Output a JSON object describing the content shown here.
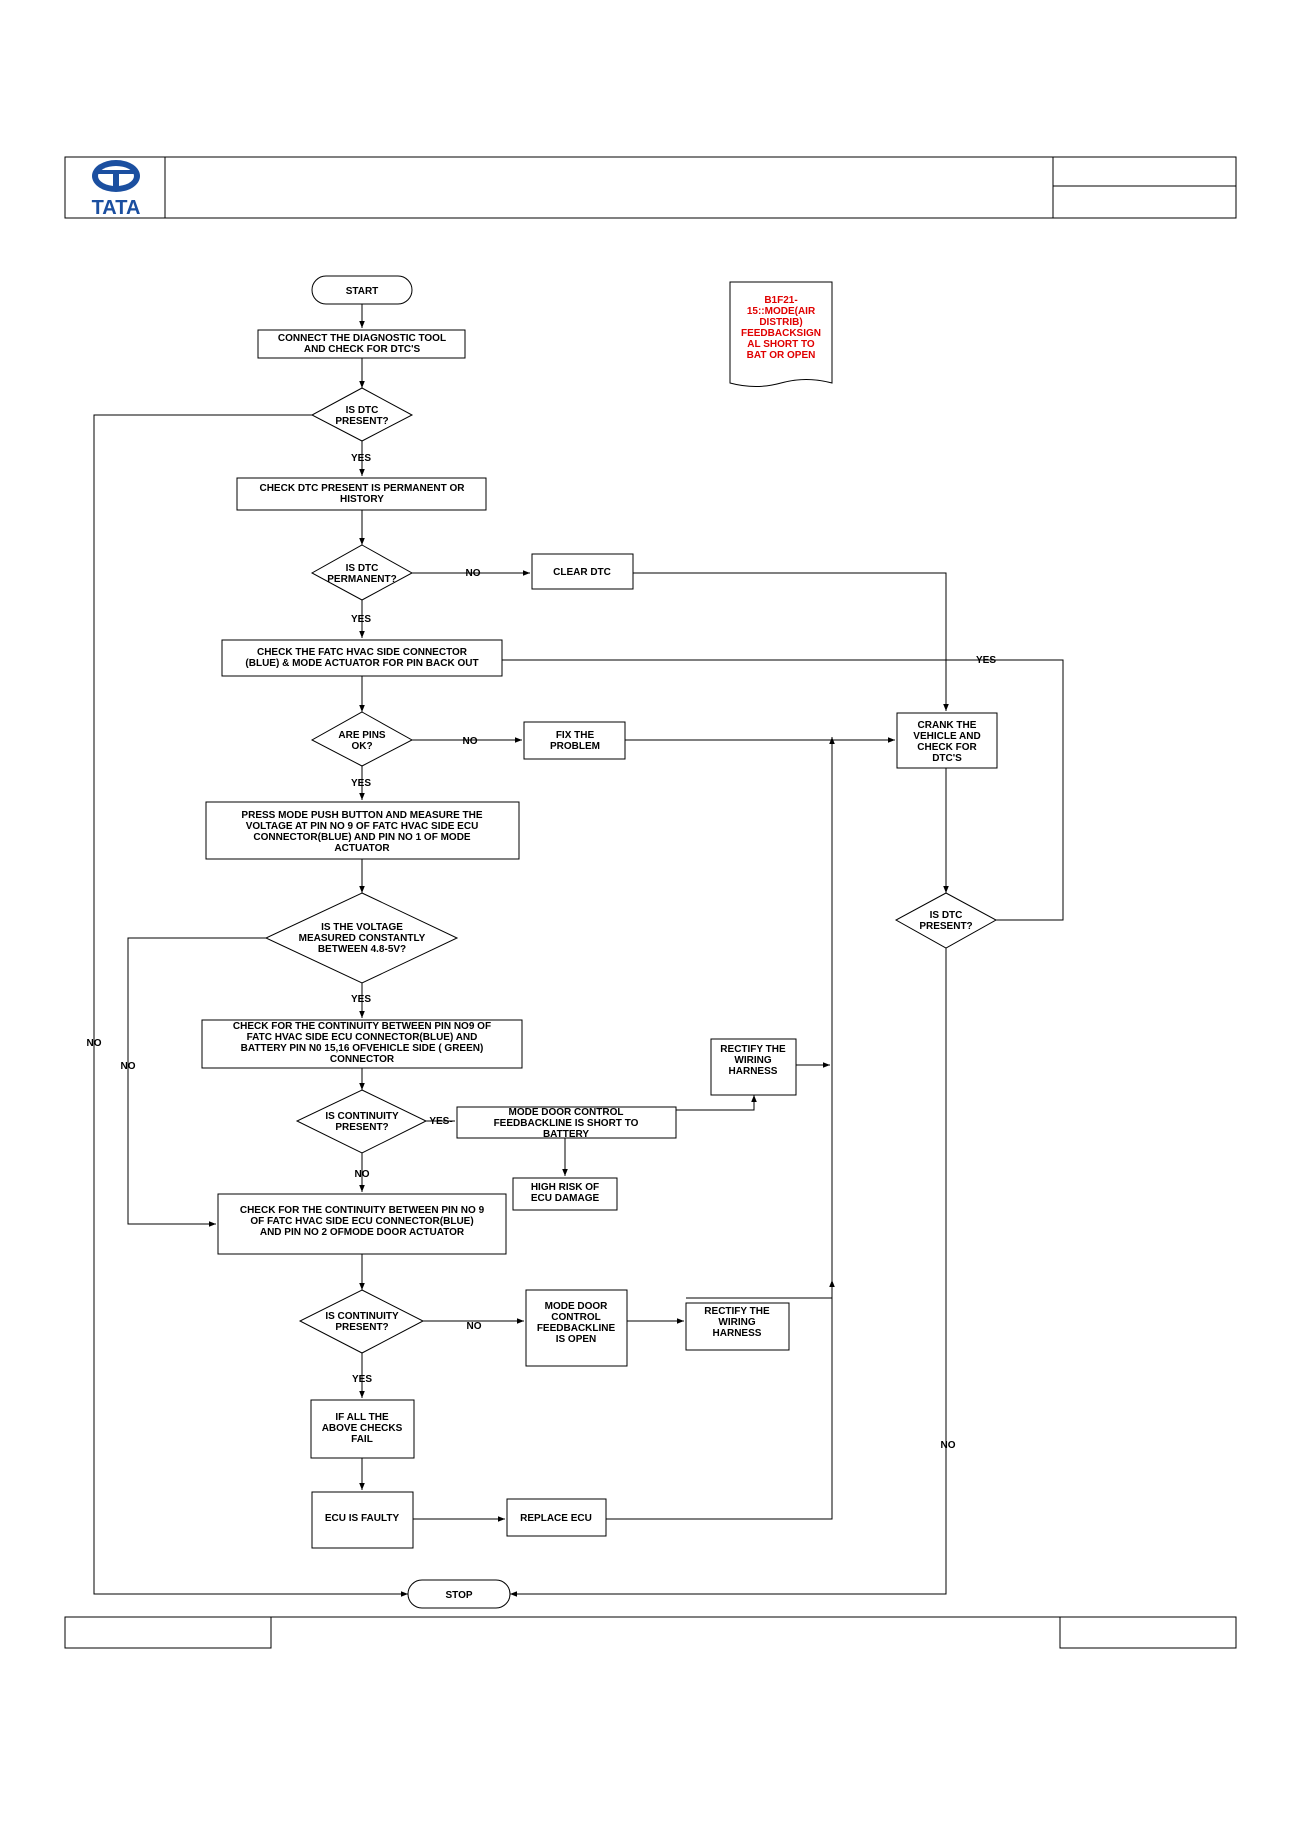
{
  "header": {
    "logo_text": "TATA"
  },
  "nodes": {
    "start": "START",
    "connect_tool": [
      "CONNECT THE DIAGNOSTIC TOOL",
      "AND CHECK FOR  DTC'S"
    ],
    "is_dtc_present": [
      "IS  DTC",
      "PRESENT?"
    ],
    "check_permanent": [
      "CHECK DTC  PRESENT IS PERMANENT OR",
      "HISTORY"
    ],
    "is_dtc_permanent": [
      "IS  DTC",
      "PERMANENT?"
    ],
    "clear_dtc": "CLEAR DTC",
    "check_connector": [
      "CHECK THE FATC HVAC SIDE CONNECTOR",
      "(BLUE) & MODE ACTUATOR FOR PIN BACK OUT"
    ],
    "are_pins_ok": [
      "ARE PINS",
      "OK?"
    ],
    "fix_problem": [
      "FIX THE",
      "PROBLEM"
    ],
    "crank_vehicle": [
      "CRANK THE",
      "VEHICLE AND",
      "CHECK FOR",
      "DTC'S"
    ],
    "is_dtc_present_2": [
      "IS  DTC",
      "PRESENT?"
    ],
    "press_mode": [
      "PRESS MODE PUSH BUTTON AND MEASURE THE",
      "VOLTAGE AT PIN NO 9 OF FATC HVAC SIDE ECU",
      "CONNECTOR(BLUE) AND PIN NO 1 OF MODE",
      "ACTUATOR"
    ],
    "is_voltage": [
      "IS  THE VOLTAGE",
      "MEASURED CONSTANTLY",
      "BETWEEN 4.8-5V?"
    ],
    "check_continuity_battery": [
      "CHECK FOR THE CONTINUITY BETWEEN PIN NO9 OF",
      "FATC HVAC SIDE ECU CONNECTOR(BLUE) AND",
      "BATTERY PIN N0 15,16 OFVEHICLE SIDE ( GREEN)",
      "CONNECTOR"
    ],
    "rectify_harness_1": [
      "RECTIFY THE",
      "WIRING",
      "HARNESS"
    ],
    "is_continuity_1": [
      "IS CONTINUITY",
      "PRESENT?"
    ],
    "short_to_battery": [
      "MODE DOOR CONTROL",
      "FEEDBACKLINE IS SHORT TO",
      "BATTERY"
    ],
    "high_risk": [
      "HIGH RISK OF",
      "ECU DAMAGE"
    ],
    "check_continuity_actuator": [
      "CHECK FOR THE CONTINUITY BETWEEN PIN NO 9",
      "OF  FATC HVAC SIDE ECU CONNECTOR(BLUE)",
      "AND PIN NO 2 OFMODE DOOR ACTUATOR"
    ],
    "is_continuity_2": [
      "IS CONTINUITY",
      "PRESENT?"
    ],
    "feedback_open": [
      "MODE DOOR",
      "CONTROL",
      "FEEDBACKLINE",
      "IS OPEN"
    ],
    "rectify_harness_2": [
      "RECTIFY THE",
      "WIRING",
      "HARNESS"
    ],
    "all_checks_fail": [
      "IF ALL THE",
      "ABOVE CHECKS",
      "FAIL"
    ],
    "ecu_faulty": "ECU IS FAULTY",
    "replace_ecu": "REPLACE ECU",
    "stop": "STOP",
    "dtc_code": [
      "B1F21-",
      "15::MODE(AIR",
      "DISTRIB)",
      "FEEDBACKSIGN",
      "AL SHORT TO",
      "BAT OR OPEN"
    ]
  },
  "edge_labels": {
    "yes": "YES",
    "no": "NO",
    "yes_dash": "YES-"
  },
  "colors": {
    "line": "#000000",
    "dtc_text": "#e00000",
    "logo": "#1b4fa0"
  }
}
